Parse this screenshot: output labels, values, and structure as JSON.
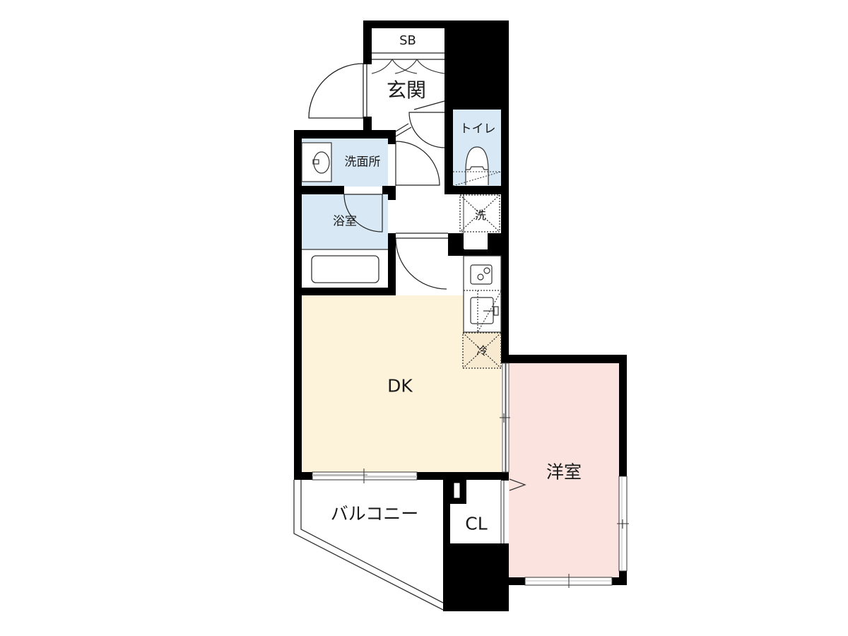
{
  "floor_plan": {
    "rooms": [
      {
        "id": "sb",
        "label": "SB"
      },
      {
        "id": "entrance",
        "label": "玄関"
      },
      {
        "id": "toilet",
        "label": "トイレ"
      },
      {
        "id": "washroom",
        "label": "洗面所"
      },
      {
        "id": "bathroom",
        "label": "浴室"
      },
      {
        "id": "dk",
        "label": "DK"
      },
      {
        "id": "western",
        "label": "洋室"
      },
      {
        "id": "closet",
        "label": "CL"
      },
      {
        "id": "balcony",
        "label": "バルコニー"
      }
    ],
    "fixtures": [
      {
        "id": "laundry",
        "label": "洗"
      },
      {
        "id": "fridge",
        "label": "冷"
      }
    ],
    "colors": {
      "wall": "#000000",
      "wet_area": "#d8e9f5",
      "dk": "#fdf2da",
      "western": "#fbe4df",
      "background": "#ffffff"
    }
  }
}
